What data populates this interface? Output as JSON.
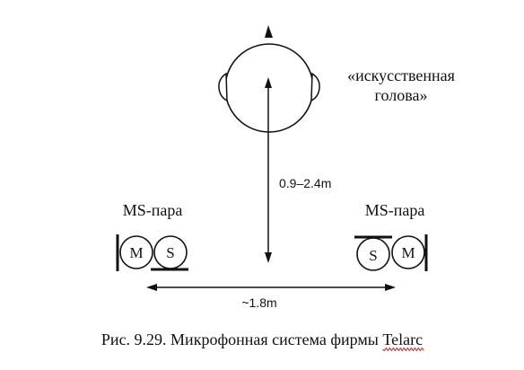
{
  "head_label_line1": "«искусственная",
  "head_label_line2": "голова»",
  "left_pair": {
    "label": "MS-пара",
    "mic_m": "M",
    "mic_s": "S"
  },
  "right_pair": {
    "label": "MS-пара",
    "mic_s": "S",
    "mic_m": "M"
  },
  "distance_vertical": "0.9–2.4m",
  "distance_horizontal": "~1.8m",
  "caption_prefix": "Рис. 9.29. Микрофонная система фирмы ",
  "caption_brand": "Telarc",
  "colors": {
    "ink": "#111111",
    "spellcheck_underline": "#d02020"
  }
}
